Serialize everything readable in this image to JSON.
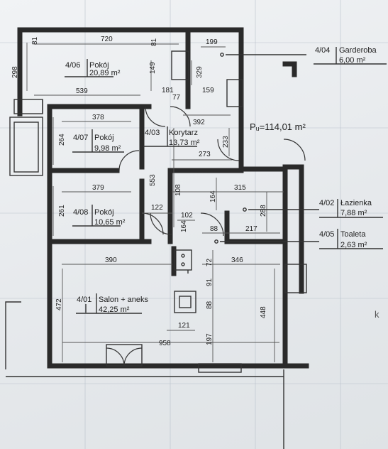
{
  "total_area": "Pᵤ=114,01 m²",
  "rooms": [
    {
      "code": "4/06",
      "name": "Pokój",
      "area": "20,89 m²"
    },
    {
      "code": "4/07",
      "name": "Pokój",
      "area": "9,98 m²"
    },
    {
      "code": "4/08",
      "name": "Pokój",
      "area": "10,65 m²"
    },
    {
      "code": "4/03",
      "name": "Korytarz",
      "area": "13,73 m²"
    },
    {
      "code": "4/01",
      "name": "Salon + aneks",
      "area": "42,25 m²"
    },
    {
      "code": "4/04",
      "name": "Garderoba",
      "area": "6,00 m²"
    },
    {
      "code": "4/02",
      "name": "Łazienka",
      "area": "7,88 m²"
    },
    {
      "code": "4/05",
      "name": "Toaleta",
      "area": "2,63 m²"
    }
  ],
  "dimensions": [
    "720",
    "81",
    "199",
    "298",
    "149",
    "329",
    "539",
    "181",
    "77",
    "159",
    "378",
    "392",
    "264",
    "233",
    "273",
    "553",
    "379",
    "108",
    "164",
    "315",
    "261",
    "122",
    "102",
    "288",
    "164",
    "88",
    "217",
    "390",
    "72",
    "346",
    "472",
    "91",
    "88",
    "448",
    "121",
    "197",
    "958"
  ],
  "margin_mark": "k"
}
